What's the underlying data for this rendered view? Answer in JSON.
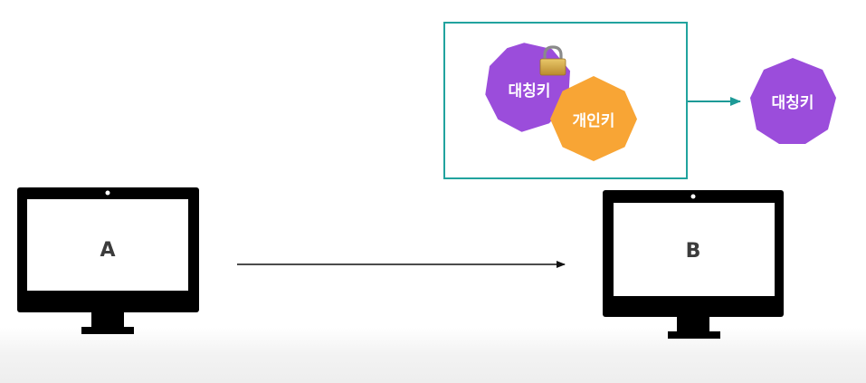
{
  "diagram": {
    "computer_a": {
      "label": "A"
    },
    "computer_b": {
      "label": "B"
    },
    "bundle": {
      "symmetric_key_label": "대칭키",
      "private_key_label": "개인키"
    },
    "result": {
      "symmetric_key_label": "대칭키"
    },
    "colors": {
      "symmetric_key": "#9b4ddb",
      "private_key": "#f8a535",
      "box_border": "#21a39e",
      "arrow": "#1d9a97",
      "monitor": "#000000"
    }
  }
}
